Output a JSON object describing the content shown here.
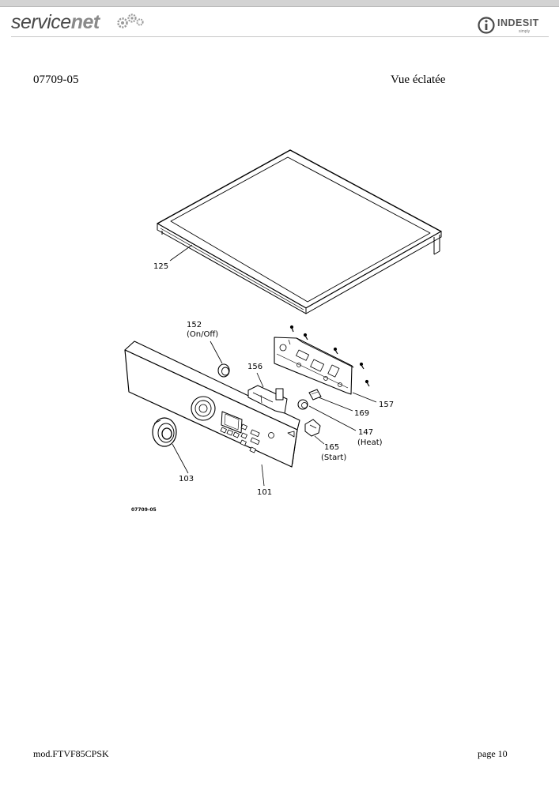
{
  "header": {
    "brand_left_a": "service",
    "brand_left_b": "net",
    "brand_right": "INDESIT",
    "brand_right_tag": "simply"
  },
  "document": {
    "code": "07709-05",
    "view_title": "Vue éclatée"
  },
  "diagram": {
    "parts": [
      {
        "number": "125"
      },
      {
        "number": "152",
        "note": "(On/Off)"
      },
      {
        "number": "156"
      },
      {
        "number": "157"
      },
      {
        "number": "169"
      },
      {
        "number": "147",
        "note": "(Heat)"
      },
      {
        "number": "165",
        "note": "(Start)"
      },
      {
        "number": "103"
      },
      {
        "number": "101"
      }
    ],
    "figure_id": "07709-05"
  },
  "footer": {
    "model": "mod.FTVF85CPSK",
    "page": "page 10"
  }
}
